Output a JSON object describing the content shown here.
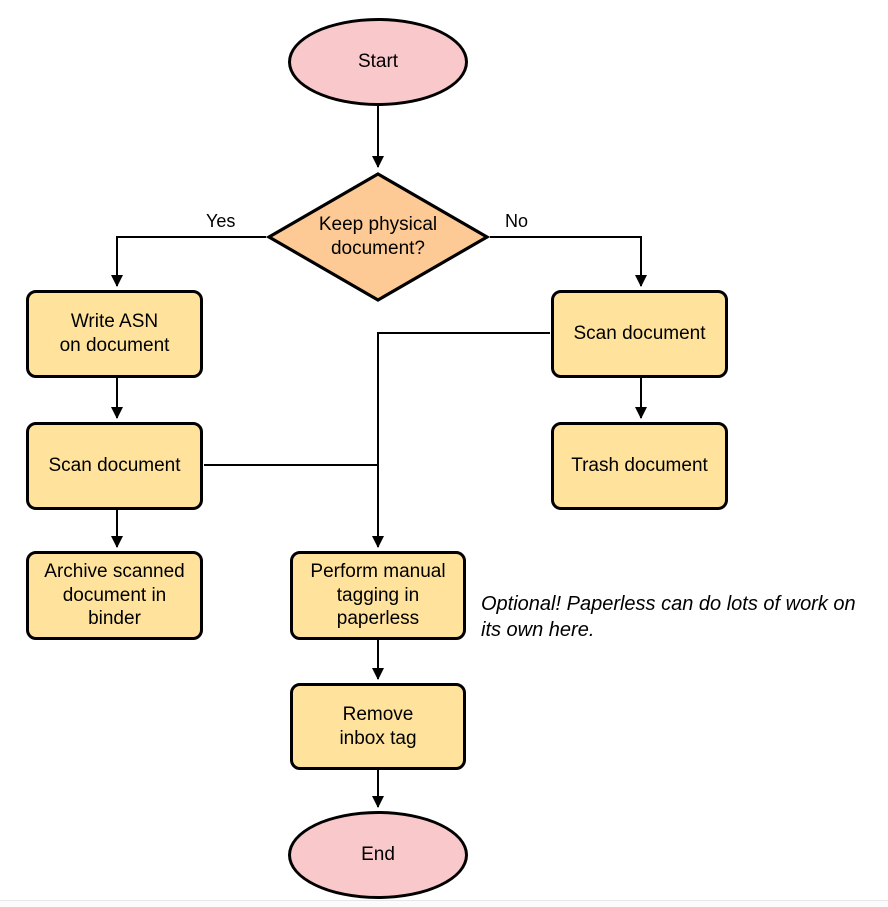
{
  "diagram": {
    "type": "flowchart",
    "colors": {
      "terminal_fill": "#f9c8cb",
      "decision_fill": "#fdca96",
      "process_fill": "#ffe39c",
      "stroke": "#000000",
      "background": "#ffffff"
    },
    "nodes": {
      "start": {
        "shape": "ellipse",
        "label": "Start"
      },
      "decision": {
        "shape": "diamond",
        "label": "Keep physical\ndocument?"
      },
      "write_asn": {
        "shape": "process",
        "label": "Write ASN\non document"
      },
      "scan_left": {
        "shape": "process",
        "label": "Scan document"
      },
      "archive": {
        "shape": "process",
        "label": "Archive scanned\ndocument in\nbinder"
      },
      "scan_right": {
        "shape": "process",
        "label": "Scan document"
      },
      "trash": {
        "shape": "process",
        "label": "Trash document"
      },
      "tagging": {
        "shape": "process",
        "label": "Perform manual\ntagging in\npaperless"
      },
      "remove_inbox": {
        "shape": "process",
        "label": "Remove\ninbox tag"
      },
      "end": {
        "shape": "ellipse",
        "label": "End"
      }
    },
    "edge_labels": {
      "yes": "Yes",
      "no": "No"
    },
    "edges": [
      {
        "from": "start",
        "to": "decision"
      },
      {
        "from": "decision",
        "to": "write_asn",
        "label": "Yes"
      },
      {
        "from": "decision",
        "to": "scan_right",
        "label": "No"
      },
      {
        "from": "write_asn",
        "to": "scan_left"
      },
      {
        "from": "scan_left",
        "to": "tagging"
      },
      {
        "from": "scan_left",
        "to": "archive"
      },
      {
        "from": "scan_right",
        "to": "trash"
      },
      {
        "from": "scan_right",
        "to": "tagging"
      },
      {
        "from": "tagging",
        "to": "remove_inbox"
      },
      {
        "from": "remove_inbox",
        "to": "end"
      }
    ],
    "annotation": {
      "text": "Optional! Paperless can do lots of work on\nits own here."
    }
  }
}
